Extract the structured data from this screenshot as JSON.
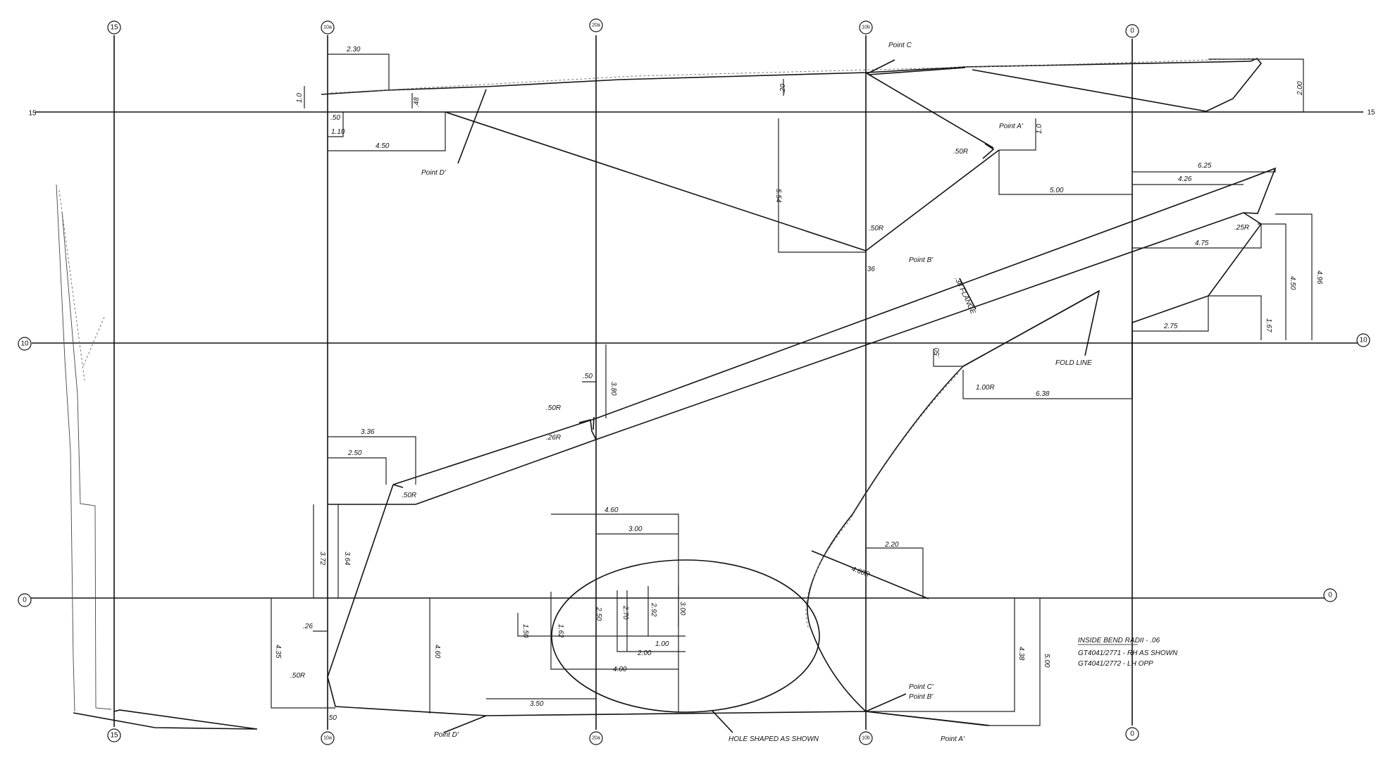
{
  "stations": {
    "s15": "15",
    "s10a": "10a",
    "s20a": "20a",
    "s10b": "10b",
    "s0": "0"
  },
  "waterlines": {
    "w15_left": "15",
    "w15_right": "15",
    "w10_left": "10",
    "w10_right": "10",
    "w0_left": "0",
    "w0_right": "0"
  },
  "points": {
    "point_a_upper": "Point A'",
    "point_b": "Point B'",
    "point_c": "Point C",
    "point_d": "Point D'",
    "point_c_lower": "Point C'",
    "point_b_lower": "Point B'",
    "point_a_lower": "Point A'",
    "point_d_lower": "Point D'"
  },
  "dimensions": {
    "d_2_30": "2.30",
    "d_1_0": "1.0",
    "d_50_a": ".50",
    "d_48": ".48",
    "d_1_10": "1.10",
    "d_4_50": "4.50",
    "d_20": ".20",
    "d_2_00": "2.00",
    "d_1_00_v": "1.0",
    "d_50r_a": ".50R",
    "d_5_00": "5.00",
    "d_5_54": "5.54",
    "d_50r_b": ".50R",
    "d_36": ".36",
    "d_6_25": "6.25",
    "d_4_26": "4.26",
    "d_25r": ".25R",
    "d_4_75": "4.75",
    "d_4_50_v": "4.50",
    "d_4_96": "4.96",
    "d_2_75": "2.75",
    "d_1_67": "1.67",
    "d_50_vr": ".50",
    "d_1_00r": "1.00R",
    "d_6_38": "6.38",
    "d_3_80": "3.80",
    "d_50_h": ".50",
    "d_50r_c": ".50R",
    "d_26r": ".26R",
    "d_3_36": "3.36",
    "d_2_50": "2.50",
    "d_50r_d": ".50R",
    "d_3_72": "3.72",
    "d_3_64": "3.64",
    "d_4_60_h": "4.60",
    "d_3_00": "3.00",
    "d_1_50": "1.50",
    "d_1_62": "1.62",
    "d_2_50_v": "2.50",
    "d_2_70": "2.70",
    "d_2_92": "2.92",
    "d_3_00_v": "3.00",
    "d_1_00": "1.00",
    "d_2_00_h": "2.00",
    "d_4_00": "4.00",
    "d_2_20": "2.20",
    "d_4_60r": "4.60R",
    "d_4_35": "4.35",
    "d_26": ".26",
    "d_50r_e": ".50R",
    "d_50_b": ".50",
    "d_4_60_v": "4.60",
    "d_3_50": "3.50",
    "d_4_38": "4.38",
    "d_5_00_v": "5.00"
  },
  "annotations": {
    "flange": ".38 FLANGE",
    "fold_line": "FOLD LINE",
    "hole_note": "HOLE SHAPED AS SHOWN"
  },
  "notes": {
    "line1": "INSIDE BEND RADII - .06",
    "line2": "GT4041/2771 - RH AS SHOWN",
    "line3": "GT4041/2772 - LH OPP"
  }
}
